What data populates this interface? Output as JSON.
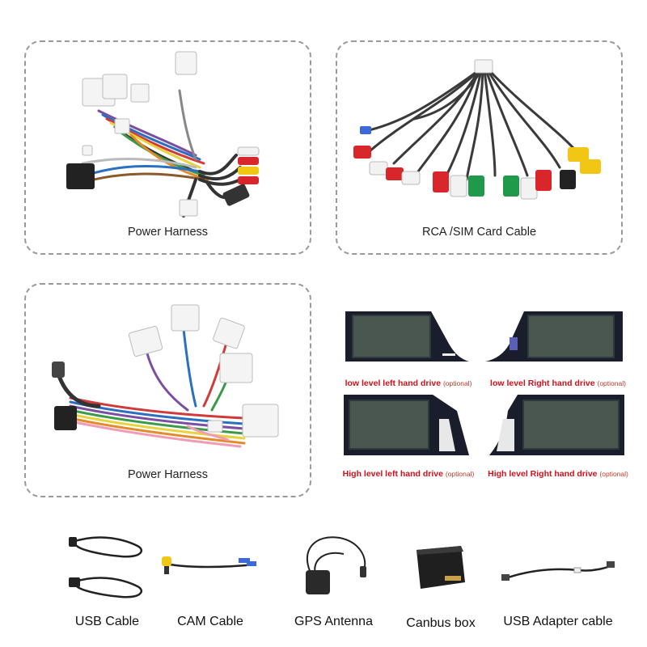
{
  "cards": {
    "power_harness_top": {
      "label": "Power Harness"
    },
    "rca_sim": {
      "label": "RCA /SIM Card Cable"
    },
    "power_harness_bottom": {
      "label": "Power Harness"
    }
  },
  "frames": [
    {
      "main": "low level left hand drive",
      "opt": "(optional)"
    },
    {
      "main": "low level Right hand drive",
      "opt": "(optional)"
    },
    {
      "main": "High level left hand drive",
      "opt": "(optional)"
    },
    {
      "main": "High level Right hand drive",
      "opt": "(optional)"
    }
  ],
  "accessories": [
    {
      "label": "USB Cable"
    },
    {
      "label": "CAM Cable"
    },
    {
      "label": "GPS Antenna"
    },
    {
      "label": "Canbus box"
    },
    {
      "label": "USB Adapter cable"
    }
  ],
  "colors": {
    "label_red": "#d0111b",
    "card_border": "#9a9a9a",
    "rca_red": "#d8262b",
    "rca_white": "#f2f2f2",
    "rca_yellow": "#f2c615",
    "rca_green": "#1f9a4a"
  }
}
